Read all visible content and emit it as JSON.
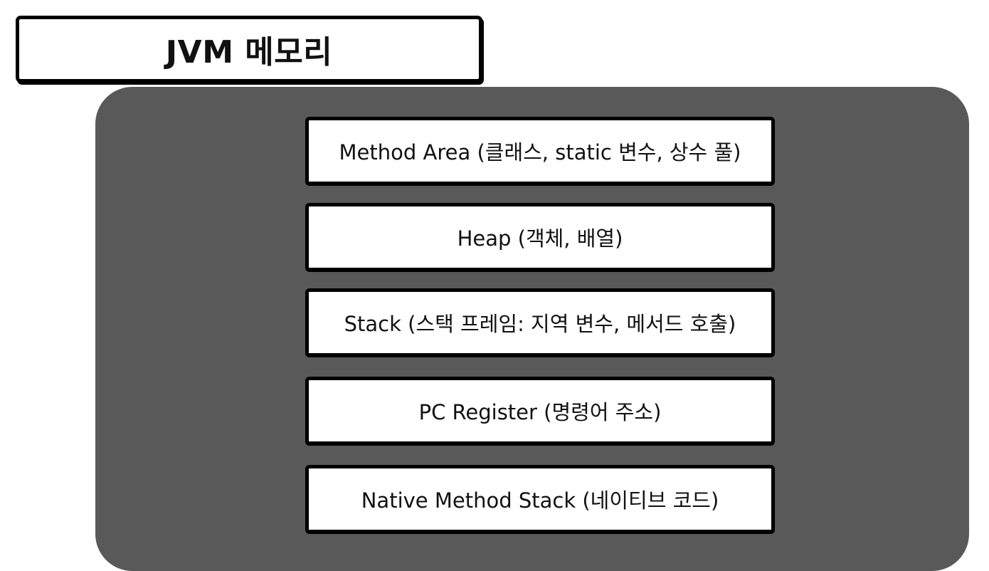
{
  "title": "JVM 메모리",
  "regions": [
    {
      "label": "Method Area (클래스, static 변수, 상수 풀)"
    },
    {
      "label": "Heap (객체, 배열)"
    },
    {
      "label": "Stack (스택 프레임: 지역 변수, 메서드 호출)"
    },
    {
      "label": "PC Register (명령어 주소)"
    },
    {
      "label": "Native Method Stack (네이티브 코드)"
    }
  ],
  "colors": {
    "panel": "#595959",
    "box_fill": "#ffffff",
    "border": "#000000"
  }
}
